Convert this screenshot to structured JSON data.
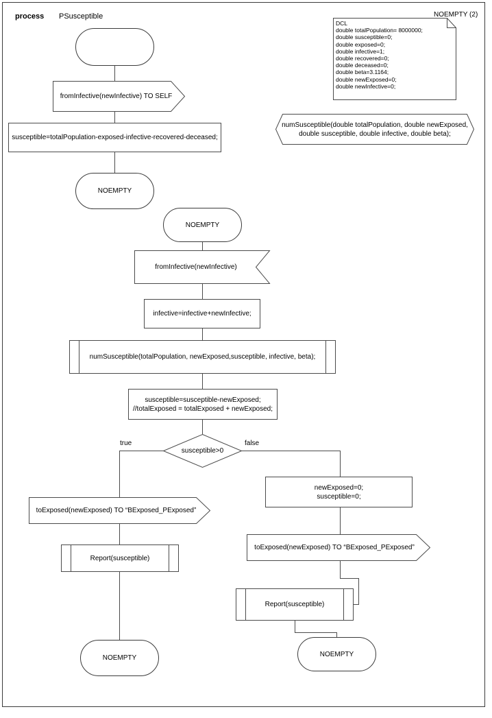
{
  "diagram": {
    "type": "SDL process flow diagram",
    "header": {
      "keyword": "process",
      "name": "PSusceptible"
    },
    "note": {
      "title": "NOEMPTY (2)",
      "text": "DCL\ndouble totalPopulation= 8000000;\ndouble susceptible=0;\ndouble exposed=0;\ndouble infective=1;\ndouble recovered=0;\ndouble deceased=0;\ndouble beta=3.1164;\ndouble newExposed=0;\ndouble newInfective=0;"
    },
    "procedure_decl": {
      "line1": "numSusceptible(double totalPopulation, double newExposed,",
      "line2": "double susceptible, double infective, double beta);"
    },
    "nodes": {
      "start_state": "",
      "input_self": "fromInfective(newInfective) TO SELF",
      "task_susceptible": "susceptible=totalPopulation-exposed-infective-recovered-deceased;",
      "state_noempty_1": "NOEMPTY",
      "state_noempty_2": "NOEMPTY",
      "input_from_infective": "fromInfective(newInfective)",
      "task_infective": "infective=infective+newInfective;",
      "call_numsusceptible": "numSusceptible(totalPopulation, newExposed,susceptible, infective, beta);",
      "task_exposed_line1": "susceptible=susceptible-newExposed;",
      "task_exposed_line2": "//totalExposed = totalExposed + newExposed;",
      "decision": "susceptible>0",
      "branch_true": "true",
      "branch_false": "false",
      "output_true": "toExposed(newExposed) TO “BExposed_PExposed”",
      "call_report_true": "Report(susceptible)",
      "state_end_true": "NOEMPTY",
      "task_reset_line1": "newExposed=0;",
      "task_reset_line2": "susceptible=0;",
      "output_false": "toExposed(newExposed) TO “BExposed_PExposed”",
      "call_report_false": "Report(susceptible)",
      "state_end_false": "NOEMPTY"
    },
    "colors": {
      "stroke": "#4a4a4a",
      "frame": "#3a3a3a",
      "background": "#ffffff"
    }
  }
}
